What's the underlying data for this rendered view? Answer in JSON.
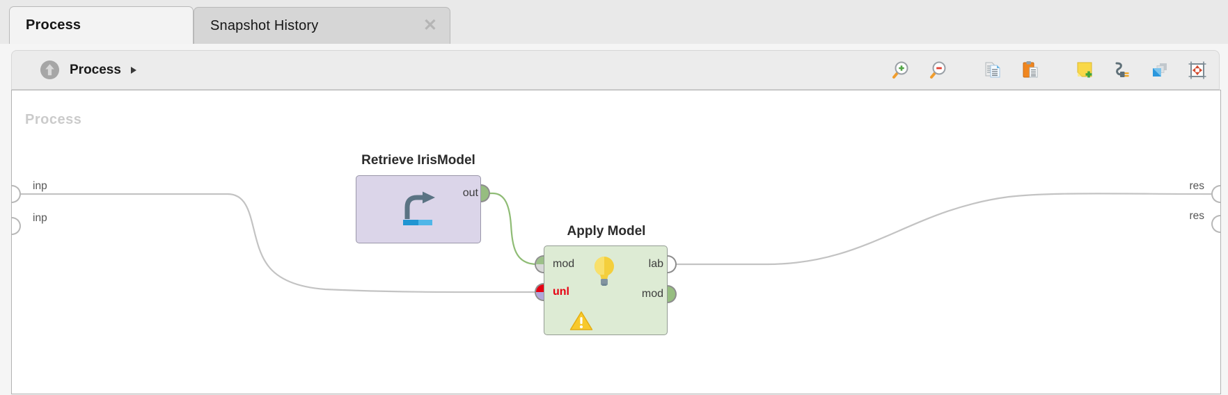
{
  "tabs": {
    "items": [
      {
        "label": "Process",
        "active": true
      },
      {
        "label": "Snapshot History",
        "active": false,
        "close_glyph": "✕"
      }
    ]
  },
  "toolbar": {
    "breadcrumb": {
      "label": "Process"
    },
    "icons": [
      {
        "id": "zoom-in"
      },
      {
        "id": "zoom-out"
      },
      {
        "id": "copy"
      },
      {
        "id": "paste"
      },
      {
        "id": "add-note"
      },
      {
        "id": "auto-wire"
      },
      {
        "id": "arrange-operators"
      },
      {
        "id": "fit-view"
      }
    ]
  },
  "canvas": {
    "watermark": "Process",
    "process_inputs": [
      {
        "label": "inp"
      },
      {
        "label": "inp"
      }
    ],
    "process_outputs": [
      {
        "label": "res"
      },
      {
        "label": "res"
      }
    ],
    "operators": [
      {
        "title": "Retrieve IrisModel",
        "icon": "retrieve-arrow",
        "output_ports": [
          {
            "label": "out",
            "state": "connected"
          }
        ]
      },
      {
        "title": "Apply Model",
        "icon": "lightbulb",
        "has_warning": true,
        "input_ports": [
          {
            "label": "mod",
            "state": "connected"
          },
          {
            "label": "unl",
            "state": "error"
          }
        ],
        "output_ports": [
          {
            "label": "lab",
            "state": "connected"
          },
          {
            "label": "mod",
            "state": "unconnected"
          }
        ]
      }
    ],
    "connections": [
      {
        "from": "process-inp-1",
        "to": "apply-model-unl",
        "color": "#c3c3c3"
      },
      {
        "from": "retrieve-irismodel-out",
        "to": "apply-model-mod",
        "color": "#8fbc75"
      },
      {
        "from": "apply-model-lab",
        "to": "process-res-1",
        "color": "#c3c3c3"
      }
    ]
  },
  "colors": {
    "port_green": "#96bd80",
    "error_red": "#e60012",
    "port_purple": "#b1a7da",
    "retrieve_fill": "#dbd5e9",
    "apply_fill": "#ddebd4",
    "wire_gray": "#c3c3c3",
    "wire_green": "#8fbc75",
    "canvas_bg": "#ffffff",
    "panel_bg": "#f5f5f5"
  }
}
